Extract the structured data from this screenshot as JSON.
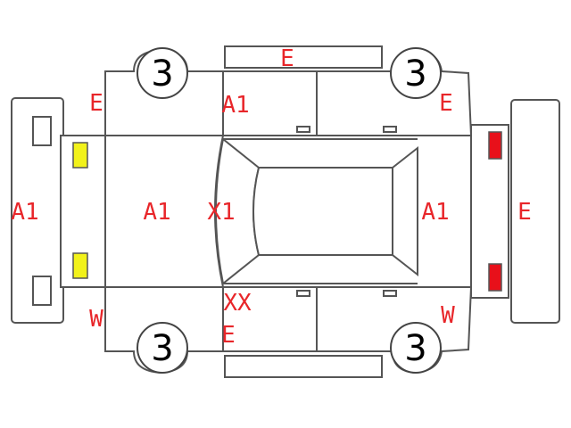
{
  "tires": {
    "front_left": "3",
    "rear_left": "3",
    "front_right": "3",
    "rear_right": "3"
  },
  "labels": {
    "roof_top_edge": "E",
    "front_fender_top": "E",
    "rear_fender_top": "E",
    "front_door_top": "A1",
    "front_bumper": "A1",
    "hood": "A1",
    "front_pillar": "X1",
    "rear_window": "A1",
    "rear_bumper": "E",
    "front_fender_bottom": "W",
    "front_door_bottom_marks": "XX",
    "rocker_bottom": "E",
    "rear_fender_bottom": "W"
  },
  "colors": {
    "label": "#e8262a",
    "headlight": "#f2f21a",
    "taillight": "#e8101a",
    "outline": "#555555"
  }
}
